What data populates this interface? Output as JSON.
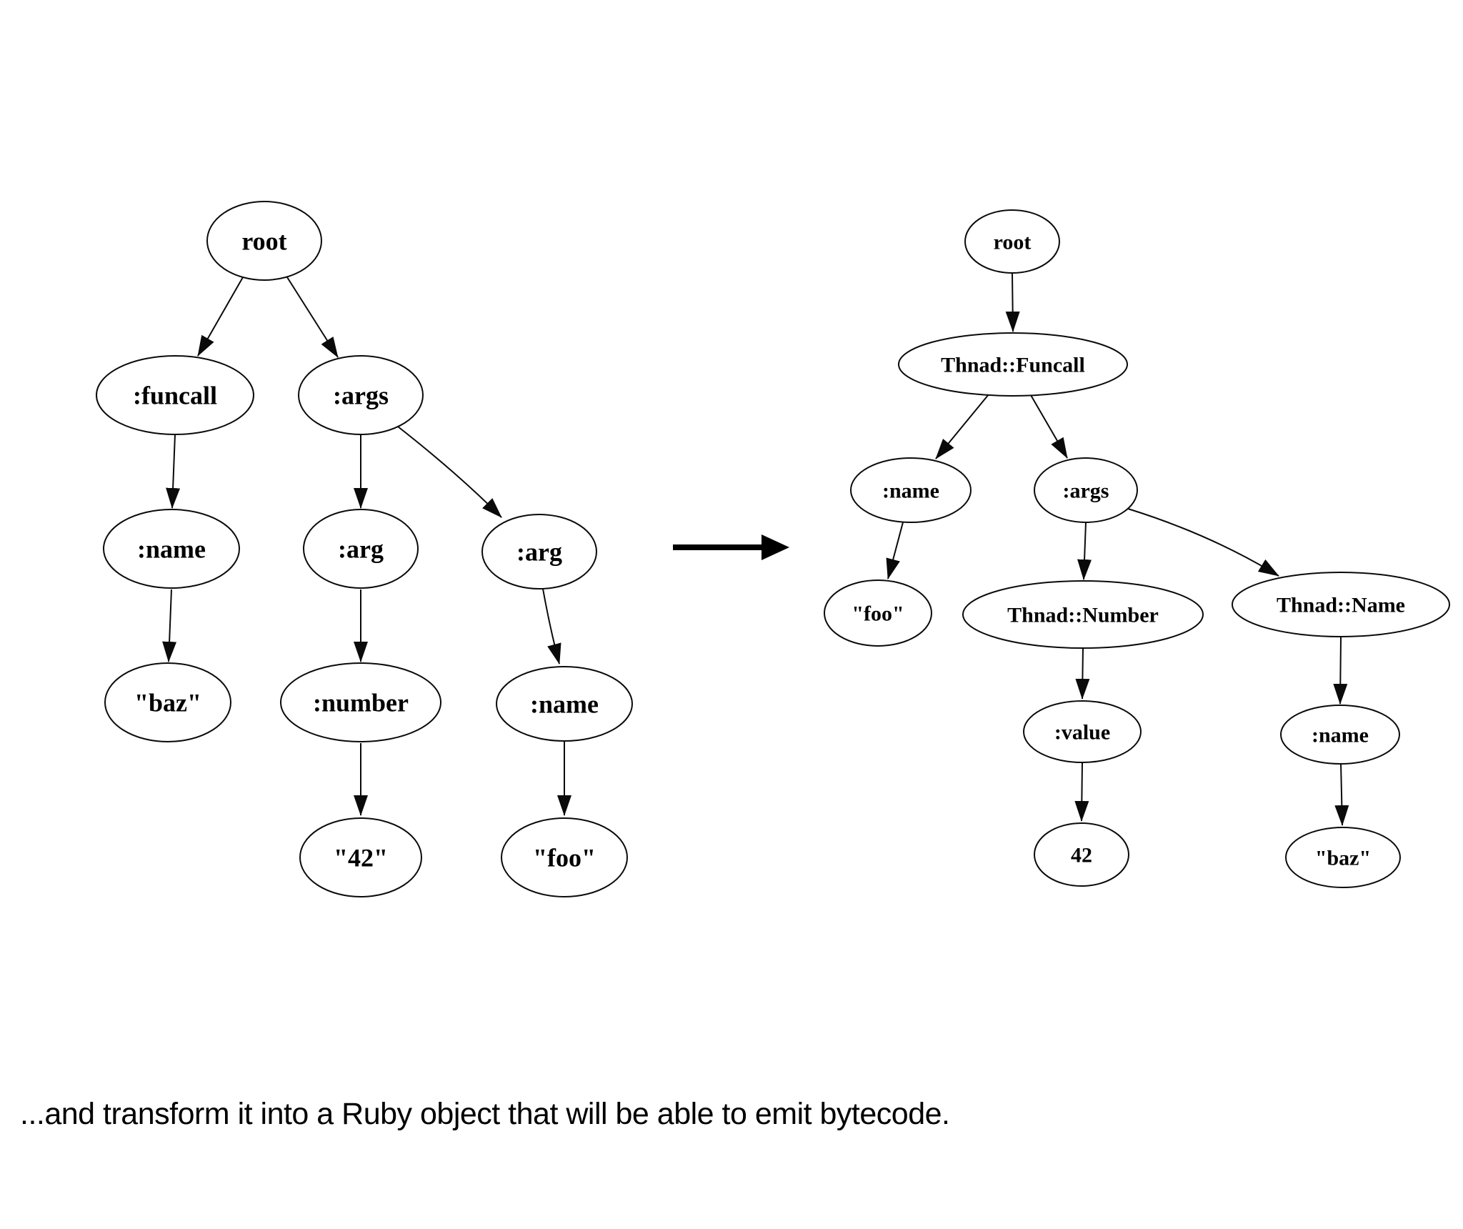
{
  "caption": {
    "text": "...and transform it into a Ruby object that will be able to emit bytecode."
  },
  "transform_arrow": {
    "icon": "right-arrow"
  },
  "colors": {
    "background": "#ffffff",
    "ink": "#000000"
  },
  "left_tree": {
    "nodes": [
      {
        "id": "root",
        "label": "root"
      },
      {
        "id": "funcall",
        "label": ":funcall"
      },
      {
        "id": "args",
        "label": ":args"
      },
      {
        "id": "name1",
        "label": ":name"
      },
      {
        "id": "arg1",
        "label": ":arg"
      },
      {
        "id": "arg2",
        "label": ":arg"
      },
      {
        "id": "baz",
        "label": "\"baz\""
      },
      {
        "id": "number",
        "label": ":number"
      },
      {
        "id": "name2",
        "label": ":name"
      },
      {
        "id": "num42",
        "label": "\"42\""
      },
      {
        "id": "foo",
        "label": "\"foo\""
      }
    ],
    "edges": [
      {
        "from": "root",
        "to": "funcall"
      },
      {
        "from": "root",
        "to": "args"
      },
      {
        "from": "funcall",
        "to": "name1"
      },
      {
        "from": "args",
        "to": "arg1"
      },
      {
        "from": "args",
        "to": "arg2"
      },
      {
        "from": "name1",
        "to": "baz"
      },
      {
        "from": "arg1",
        "to": "number"
      },
      {
        "from": "arg2",
        "to": "name2"
      },
      {
        "from": "number",
        "to": "num42"
      },
      {
        "from": "name2",
        "to": "foo"
      }
    ]
  },
  "right_tree": {
    "nodes": [
      {
        "id": "root",
        "label": "root"
      },
      {
        "id": "funcall",
        "label": "Thnad::Funcall"
      },
      {
        "id": "name1",
        "label": ":name"
      },
      {
        "id": "args",
        "label": ":args"
      },
      {
        "id": "foo",
        "label": "\"foo\""
      },
      {
        "id": "number",
        "label": "Thnad::Number"
      },
      {
        "id": "nameclass",
        "label": "Thnad::Name"
      },
      {
        "id": "value",
        "label": ":value"
      },
      {
        "id": "num42",
        "label": "42"
      },
      {
        "id": "name2",
        "label": ":name"
      },
      {
        "id": "baz",
        "label": "\"baz\""
      }
    ],
    "edges": [
      {
        "from": "root",
        "to": "funcall"
      },
      {
        "from": "funcall",
        "to": "name1"
      },
      {
        "from": "funcall",
        "to": "args"
      },
      {
        "from": "name1",
        "to": "foo"
      },
      {
        "from": "args",
        "to": "number"
      },
      {
        "from": "args",
        "to": "nameclass"
      },
      {
        "from": "number",
        "to": "value"
      },
      {
        "from": "value",
        "to": "num42"
      },
      {
        "from": "nameclass",
        "to": "name2"
      },
      {
        "from": "name2",
        "to": "baz"
      }
    ]
  }
}
